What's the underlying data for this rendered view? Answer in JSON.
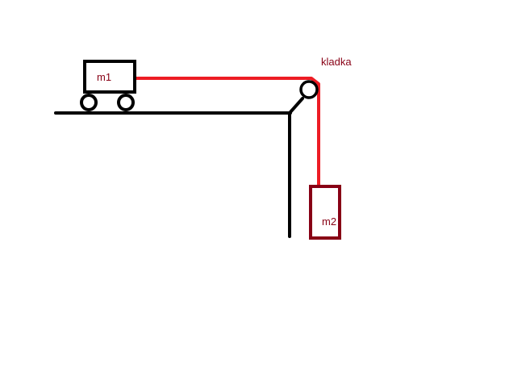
{
  "labels": {
    "cart": "m1",
    "hanging_mass": "m2",
    "pulley": "kladka"
  },
  "colors": {
    "structure": "#000000",
    "rope": "#ed1c24",
    "mass_m2": "#880015",
    "label_text": "#880015"
  }
}
